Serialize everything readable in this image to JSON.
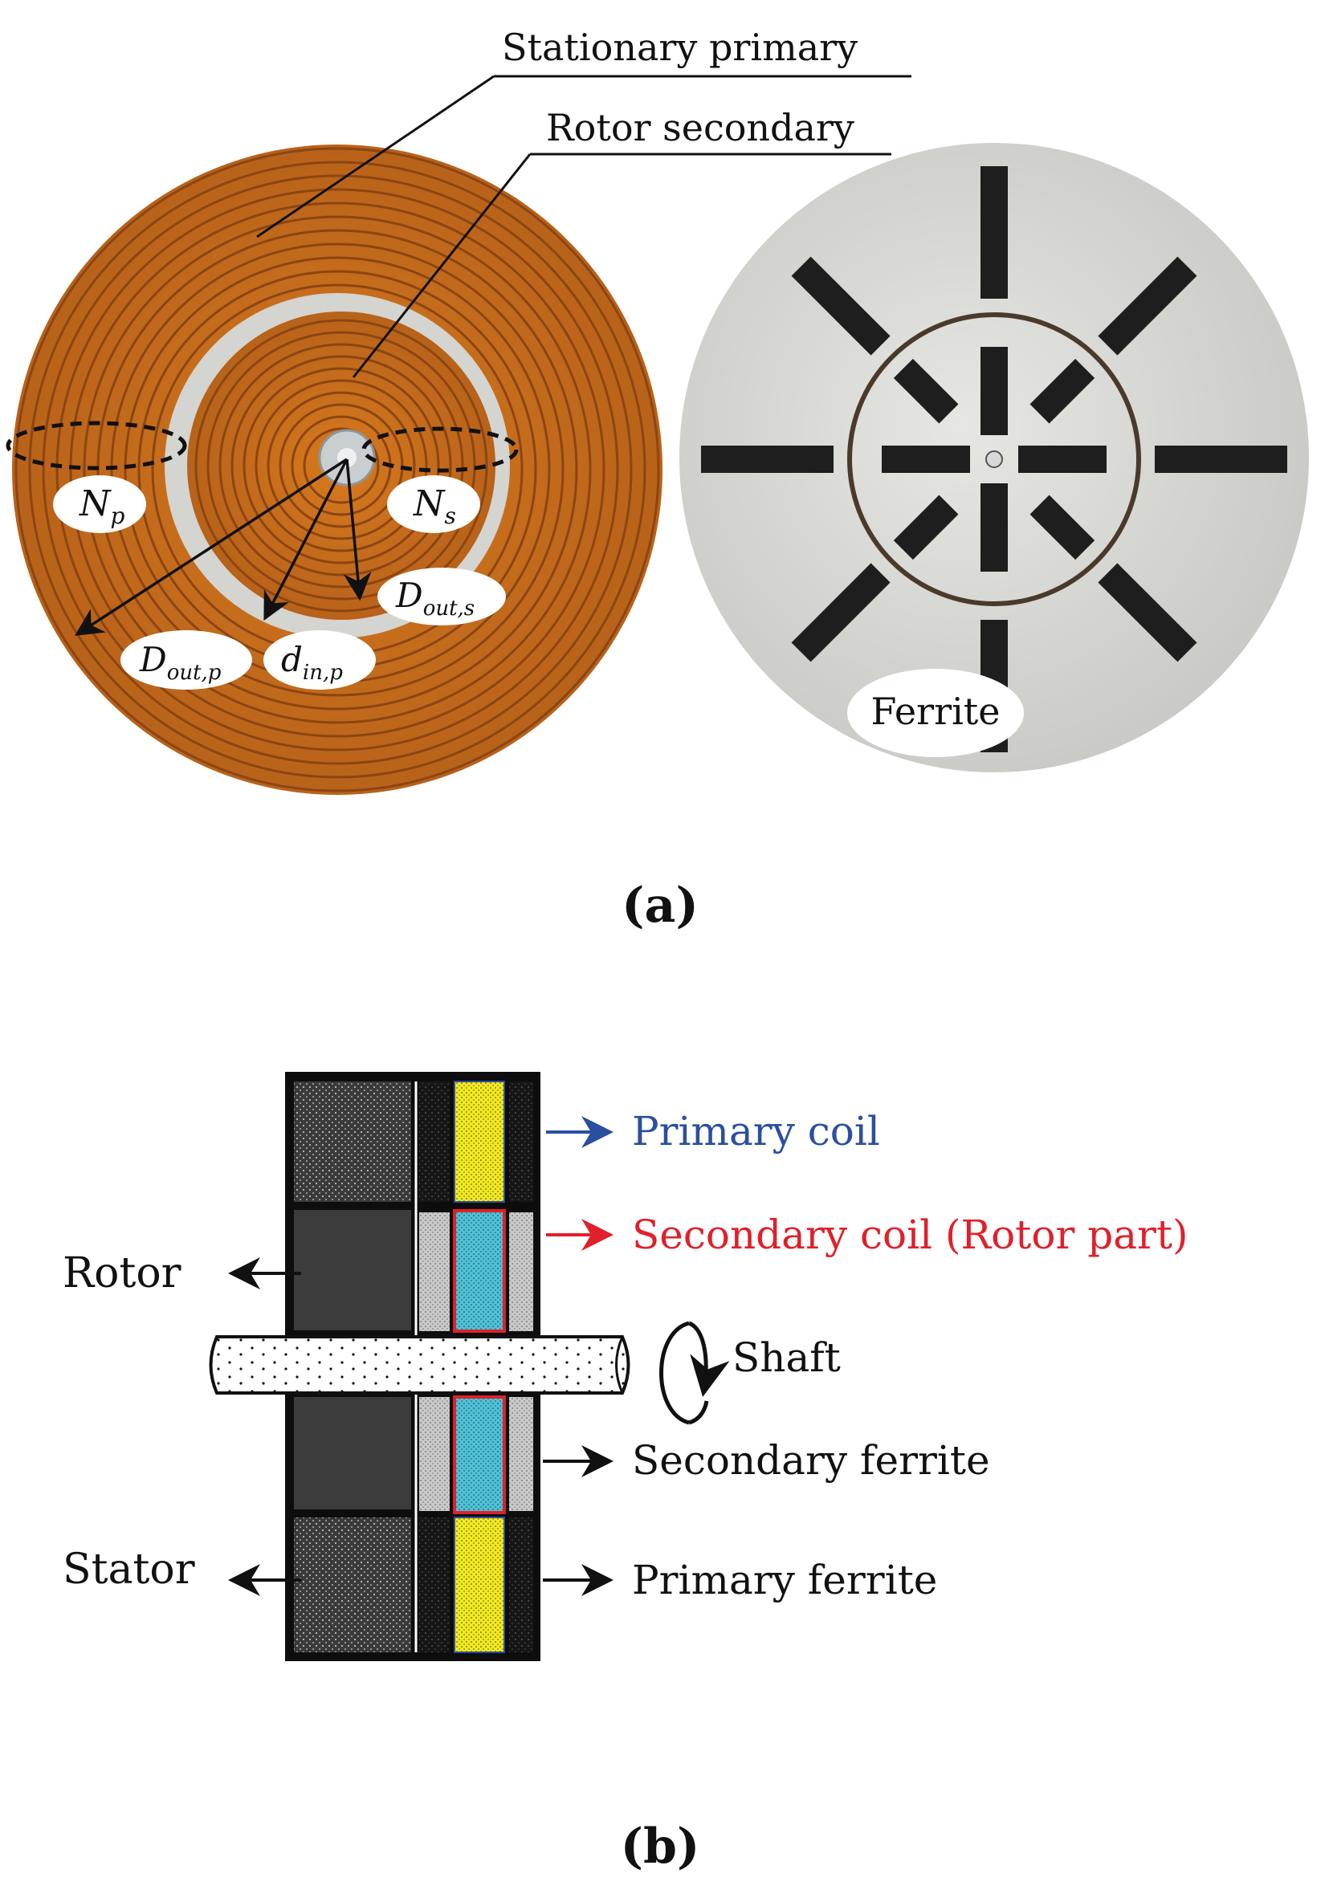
{
  "panel_a": {
    "photo_left": {
      "callouts": {
        "stationary_primary": "Stationary primary",
        "rotor_secondary": "Rotor secondary"
      },
      "symbols": {
        "n_p": {
          "main": "N",
          "sub": "p"
        },
        "n_s": {
          "main": "N",
          "sub": "s"
        },
        "d_out_p": {
          "main": "D",
          "sub": "out,p"
        },
        "d_in_p": {
          "main": "d",
          "sub": "in,p"
        },
        "d_out_s": {
          "main": "D",
          "sub": "out,s"
        }
      }
    },
    "photo_right": {
      "ferrite_label": "Ferrite"
    },
    "sublabel": {
      "open": "(",
      "letter": "a",
      "close": ")"
    }
  },
  "panel_b": {
    "labels": {
      "primary_coil": "Primary coil",
      "secondary_coil": "Secondary coil (Rotor part)",
      "rotor": "Rotor",
      "shaft": "Shaft",
      "secondary_ferrite": "Secondary ferrite",
      "stator": "Stator",
      "primary_ferrite": "Primary ferrite"
    },
    "colors": {
      "primary_coil": "#2b4fa0",
      "secondary_coil": "#e0202a",
      "primary_fill": "#f2ea1c",
      "secondary_fill": "#4fc1d6",
      "rotor_block": "#3c3c3c",
      "stator_block": "#3a3a3a",
      "secondary_ferrite": "#bfbfbf"
    },
    "sublabel": {
      "open": "(",
      "letter": "b",
      "close": ")"
    }
  }
}
